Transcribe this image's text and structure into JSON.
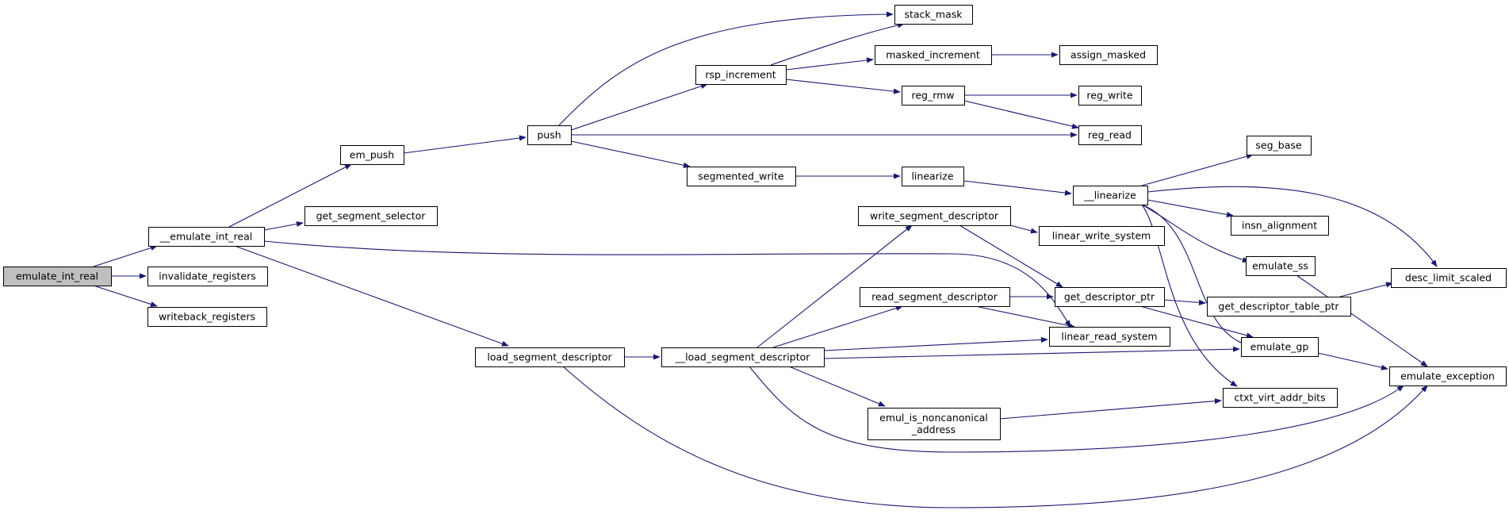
{
  "diagram": {
    "type": "call-graph",
    "colors": {
      "edge": "#191970",
      "node_fill": "#ffffff",
      "root_fill": "#bfbfbf",
      "node_border": "#000000"
    },
    "nodes": [
      {
        "id": "emulate_int_real",
        "lines": [
          "emulate_int_real"
        ],
        "root": true
      },
      {
        "id": "__emulate_int_real",
        "lines": [
          "__emulate_int_real"
        ]
      },
      {
        "id": "invalidate_registers",
        "lines": [
          "invalidate_registers"
        ]
      },
      {
        "id": "writeback_registers",
        "lines": [
          "writeback_registers"
        ]
      },
      {
        "id": "em_push",
        "lines": [
          "em_push"
        ]
      },
      {
        "id": "get_segment_selector",
        "lines": [
          "get_segment_selector"
        ]
      },
      {
        "id": "load_segment_descriptor",
        "lines": [
          "load_segment_descriptor"
        ]
      },
      {
        "id": "push",
        "lines": [
          "push"
        ]
      },
      {
        "id": "__load_segment_descriptor",
        "lines": [
          "__load_segment_descriptor"
        ]
      },
      {
        "id": "rsp_increment",
        "lines": [
          "rsp_increment"
        ]
      },
      {
        "id": "segmented_write",
        "lines": [
          "segmented_write"
        ]
      },
      {
        "id": "write_segment_descriptor",
        "lines": [
          "write_segment_descriptor"
        ]
      },
      {
        "id": "read_segment_descriptor",
        "lines": [
          "read_segment_descriptor"
        ]
      },
      {
        "id": "emul_is_noncanonical_address",
        "lines": [
          "emul_is_noncanonical",
          "_address"
        ]
      },
      {
        "id": "stack_mask",
        "lines": [
          "stack_mask"
        ]
      },
      {
        "id": "masked_increment",
        "lines": [
          "masked_increment"
        ]
      },
      {
        "id": "reg_rmw",
        "lines": [
          "reg_rmw"
        ]
      },
      {
        "id": "linearize",
        "lines": [
          "linearize"
        ]
      },
      {
        "id": "linear_write_system",
        "lines": [
          "linear_write_system"
        ]
      },
      {
        "id": "get_descriptor_ptr",
        "lines": [
          "get_descriptor_ptr"
        ]
      },
      {
        "id": "linear_read_system",
        "lines": [
          "linear_read_system"
        ]
      },
      {
        "id": "assign_masked",
        "lines": [
          "assign_masked"
        ]
      },
      {
        "id": "reg_write",
        "lines": [
          "reg_write"
        ]
      },
      {
        "id": "reg_read",
        "lines": [
          "reg_read"
        ]
      },
      {
        "id": "__linearize",
        "lines": [
          "__linearize"
        ]
      },
      {
        "id": "seg_base",
        "lines": [
          "seg_base"
        ]
      },
      {
        "id": "insn_alignment",
        "lines": [
          "insn_alignment"
        ]
      },
      {
        "id": "emulate_ss",
        "lines": [
          "emulate_ss"
        ]
      },
      {
        "id": "get_descriptor_table_ptr",
        "lines": [
          "get_descriptor_table_ptr"
        ]
      },
      {
        "id": "emulate_gp",
        "lines": [
          "emulate_gp"
        ]
      },
      {
        "id": "ctxt_virt_addr_bits",
        "lines": [
          "ctxt_virt_addr_bits"
        ]
      },
      {
        "id": "desc_limit_scaled",
        "lines": [
          "desc_limit_scaled"
        ]
      },
      {
        "id": "emulate_exception",
        "lines": [
          "emulate_exception"
        ]
      }
    ],
    "edges": [
      {
        "from": "emulate_int_real",
        "to": "__emulate_int_real"
      },
      {
        "from": "emulate_int_real",
        "to": "invalidate_registers"
      },
      {
        "from": "emulate_int_real",
        "to": "writeback_registers"
      },
      {
        "from": "__emulate_int_real",
        "to": "em_push"
      },
      {
        "from": "__emulate_int_real",
        "to": "get_segment_selector"
      },
      {
        "from": "__emulate_int_real",
        "to": "linear_read_system"
      },
      {
        "from": "__emulate_int_real",
        "to": "load_segment_descriptor"
      },
      {
        "from": "em_push",
        "to": "push"
      },
      {
        "from": "push",
        "to": "stack_mask"
      },
      {
        "from": "push",
        "to": "rsp_increment"
      },
      {
        "from": "push",
        "to": "reg_read"
      },
      {
        "from": "push",
        "to": "segmented_write"
      },
      {
        "from": "rsp_increment",
        "to": "stack_mask"
      },
      {
        "from": "rsp_increment",
        "to": "masked_increment"
      },
      {
        "from": "rsp_increment",
        "to": "reg_rmw"
      },
      {
        "from": "masked_increment",
        "to": "assign_masked"
      },
      {
        "from": "reg_rmw",
        "to": "reg_write"
      },
      {
        "from": "reg_rmw",
        "to": "reg_read"
      },
      {
        "from": "segmented_write",
        "to": "linearize"
      },
      {
        "from": "linearize",
        "to": "__linearize"
      },
      {
        "from": "__linearize",
        "to": "seg_base"
      },
      {
        "from": "__linearize",
        "to": "desc_limit_scaled"
      },
      {
        "from": "__linearize",
        "to": "insn_alignment"
      },
      {
        "from": "__linearize",
        "to": "emulate_ss"
      },
      {
        "from": "__linearize",
        "to": "emulate_gp"
      },
      {
        "from": "__linearize",
        "to": "ctxt_virt_addr_bits"
      },
      {
        "from": "load_segment_descriptor",
        "to": "__load_segment_descriptor"
      },
      {
        "from": "load_segment_descriptor",
        "to": "emulate_exception"
      },
      {
        "from": "__load_segment_descriptor",
        "to": "write_segment_descriptor"
      },
      {
        "from": "__load_segment_descriptor",
        "to": "read_segment_descriptor"
      },
      {
        "from": "__load_segment_descriptor",
        "to": "linear_read_system"
      },
      {
        "from": "__load_segment_descriptor",
        "to": "emulate_gp"
      },
      {
        "from": "__load_segment_descriptor",
        "to": "emul_is_noncanonical_address"
      },
      {
        "from": "__load_segment_descriptor",
        "to": "emulate_exception"
      },
      {
        "from": "write_segment_descriptor",
        "to": "linear_write_system"
      },
      {
        "from": "write_segment_descriptor",
        "to": "get_descriptor_ptr"
      },
      {
        "from": "read_segment_descriptor",
        "to": "get_descriptor_ptr"
      },
      {
        "from": "read_segment_descriptor",
        "to": "linear_read_system"
      },
      {
        "from": "get_descriptor_ptr",
        "to": "get_descriptor_table_ptr"
      },
      {
        "from": "get_descriptor_ptr",
        "to": "emulate_gp"
      },
      {
        "from": "get_descriptor_table_ptr",
        "to": "desc_limit_scaled"
      },
      {
        "from": "emul_is_noncanonical_address",
        "to": "ctxt_virt_addr_bits"
      },
      {
        "from": "emulate_ss",
        "to": "emulate_exception"
      },
      {
        "from": "emulate_gp",
        "to": "emulate_exception"
      }
    ]
  }
}
